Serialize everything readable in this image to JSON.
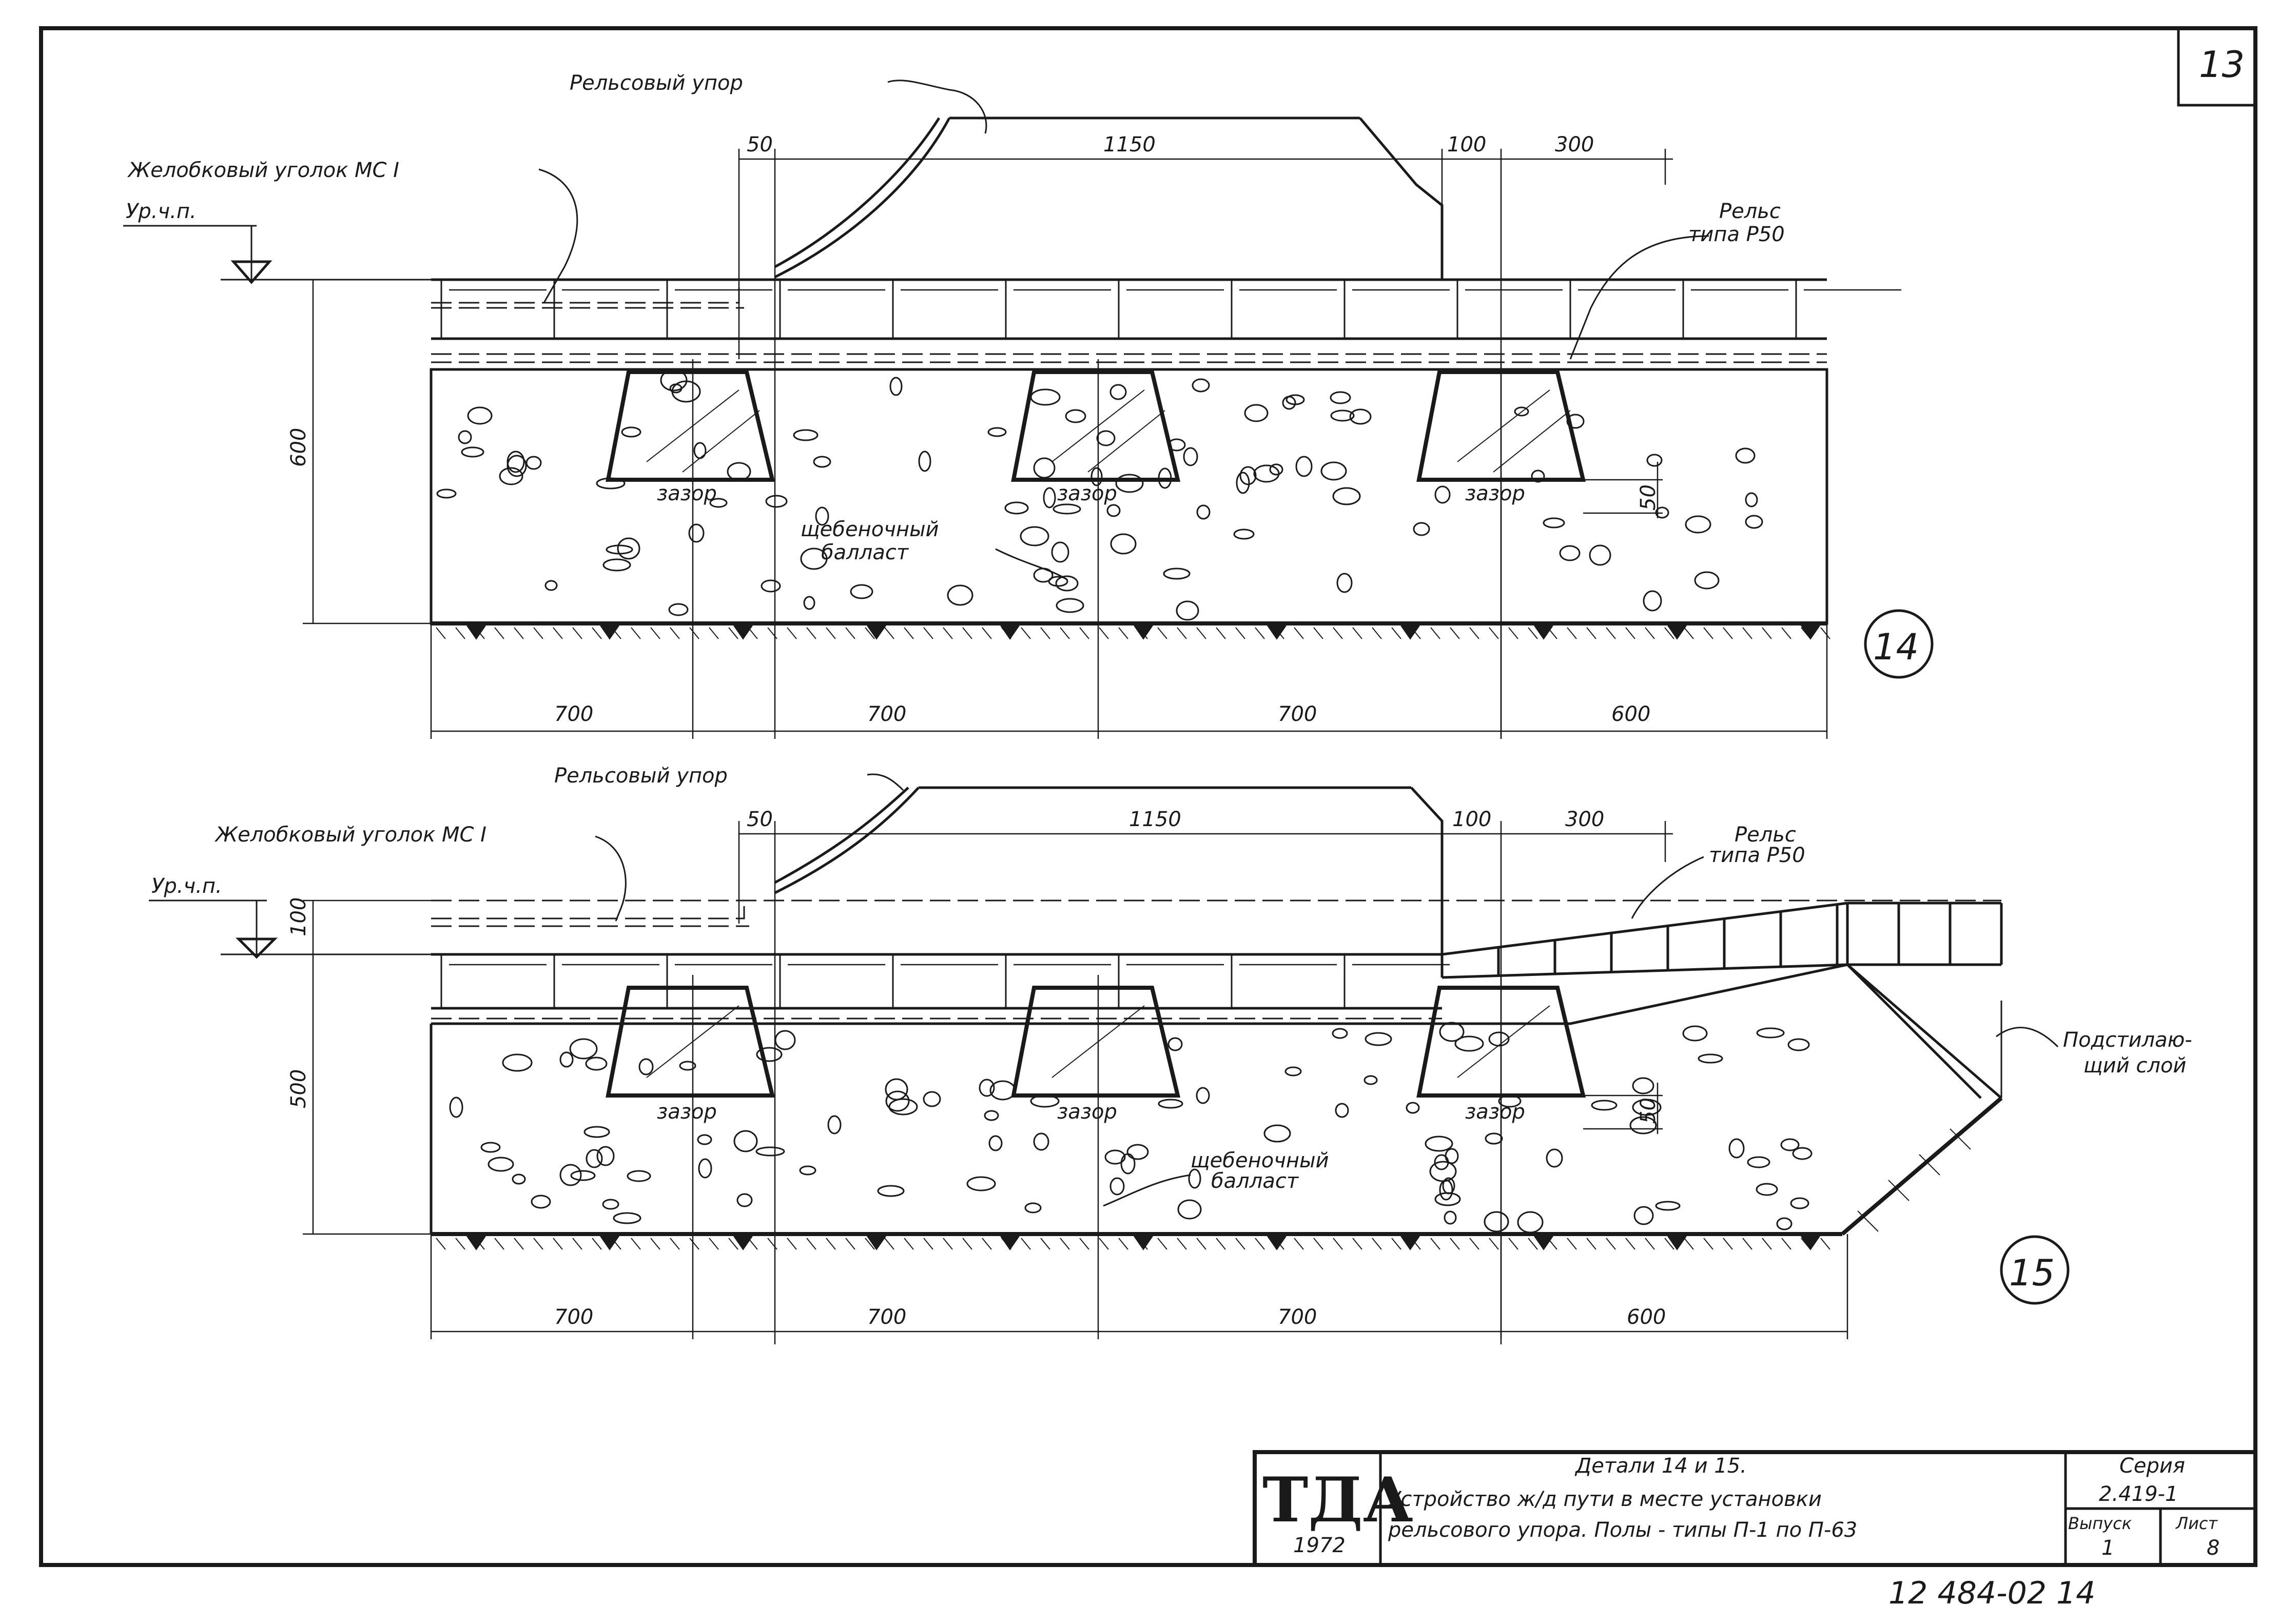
{
  "sheet_number": "13",
  "doc_number": "12 484-02 14",
  "detail14": {
    "circle_label": "14",
    "rail_stop": "Рельсовый упор",
    "angle_label": "Желобковый уголок МС I",
    "floor_level": "Ур.ч.п.",
    "rail_type_1": "Рельс",
    "rail_type_2": "типа Р50",
    "gap_label": "зазор",
    "ballast_1": "щебеночный",
    "ballast_2": "балласт",
    "dim_top_50": "50",
    "dim_top_1150": "1150",
    "dim_top_100": "100",
    "dim_top_300": "300",
    "dim_height": "600",
    "dim_gap": "50",
    "dims_bottom": [
      "700",
      "700",
      "700",
      "600"
    ]
  },
  "detail15": {
    "circle_label": "15",
    "rail_stop": "Рельсовый упор",
    "angle_label": "Желобковый уголок МС I",
    "floor_level": "Ур.ч.п.",
    "rail_type_1": "Рельс",
    "rail_type_2": "типа Р50",
    "gap_label": "зазор",
    "ballast_1": "щебеночный",
    "ballast_2": "балласт",
    "sub_1": "Подстилаю-",
    "sub_2": "щий слой",
    "dim_top_50": "50",
    "dim_top_1150": "1150",
    "dim_top_100": "100",
    "dim_top_300": "300",
    "dim_100": "100",
    "dim_height": "500",
    "dim_gap": "50",
    "dims_bottom": [
      "700",
      "700",
      "700",
      "600"
    ]
  },
  "title_block": {
    "org": "ТДА",
    "year": "1972",
    "title_1": "Детали 14 и 15.",
    "title_2": "Устройство ж/д пути в месте установки",
    "title_3": "рельсового упора. Полы - типы П-1 по П-63",
    "series_label": "Серия",
    "series_value": "2.419-1",
    "issue_label": "Выпуск",
    "issue_value": "1",
    "sheet_label": "Лист",
    "sheet_value": "8"
  }
}
